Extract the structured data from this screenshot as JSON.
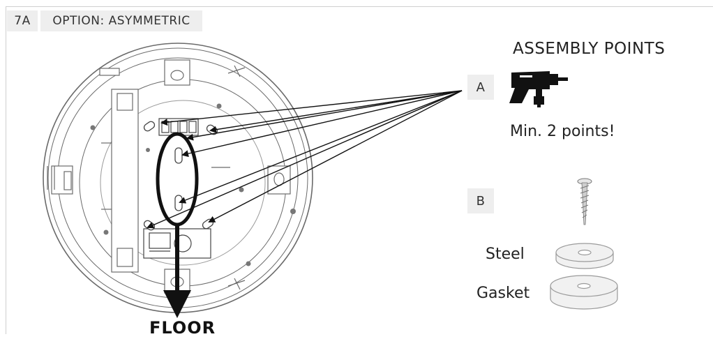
{
  "header": {
    "step_number": "7A",
    "option_title": "OPTION: ASYMMETRIC"
  },
  "panel": {
    "assembly_title": "ASSEMBLY POINTS",
    "label_a": "A",
    "min_points": "Min. 2 points!",
    "label_b": "B",
    "steel_label": "Steel",
    "gasket_label": "Gasket"
  },
  "floor_label": "FLOOR",
  "icons": [
    "drill-icon",
    "screw-icon",
    "steel-washer-icon",
    "gasket-washer-icon"
  ]
}
